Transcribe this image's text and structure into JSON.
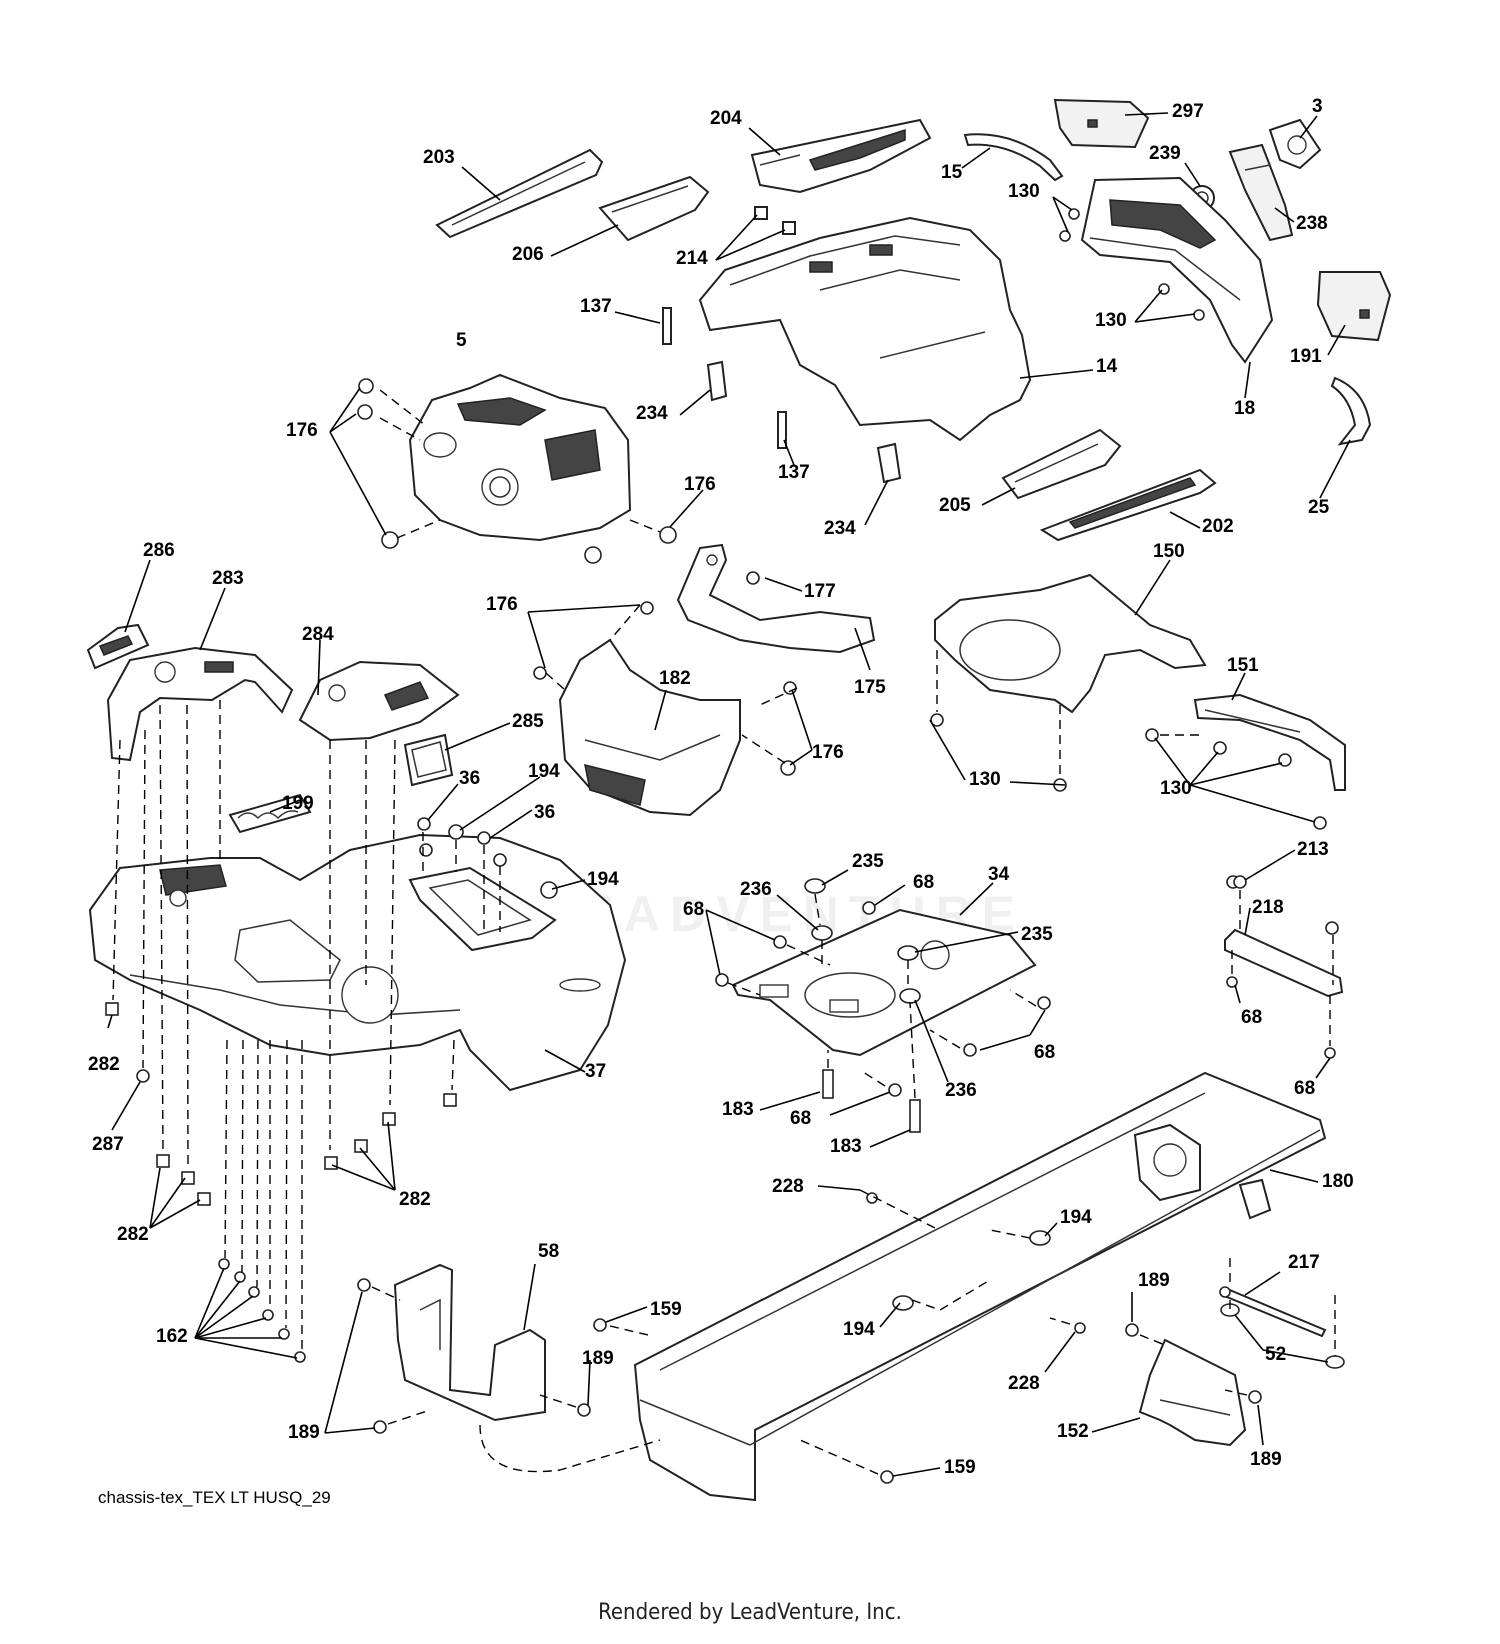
{
  "diagram": {
    "identifier": "chassis-tex_TEX LT HUSQ_29",
    "footer": "Rendered by LeadVenture, Inc.",
    "watermark": "LEADVENTURE"
  },
  "callouts": [
    {
      "id": "c-297",
      "text": "297"
    },
    {
      "id": "c-3",
      "text": "3"
    },
    {
      "id": "c-204",
      "text": "204"
    },
    {
      "id": "c-15",
      "text": "15"
    },
    {
      "id": "c-239",
      "text": "239"
    },
    {
      "id": "c-203",
      "text": "203"
    },
    {
      "id": "c-130a",
      "text": "130"
    },
    {
      "id": "c-238",
      "text": "238"
    },
    {
      "id": "c-206",
      "text": "206"
    },
    {
      "id": "c-214",
      "text": "214"
    },
    {
      "id": "c-137a",
      "text": "137"
    },
    {
      "id": "c-130b",
      "text": "130"
    },
    {
      "id": "c-191",
      "text": "191"
    },
    {
      "id": "c-5",
      "text": "5"
    },
    {
      "id": "c-14",
      "text": "14"
    },
    {
      "id": "c-18",
      "text": "18"
    },
    {
      "id": "c-234a",
      "text": "234"
    },
    {
      "id": "c-176a",
      "text": "176"
    },
    {
      "id": "c-137b",
      "text": "137"
    },
    {
      "id": "c-176b",
      "text": "176"
    },
    {
      "id": "c-205",
      "text": "205"
    },
    {
      "id": "c-25",
      "text": "25"
    },
    {
      "id": "c-234b",
      "text": "234"
    },
    {
      "id": "c-202",
      "text": "202"
    },
    {
      "id": "c-286",
      "text": "286"
    },
    {
      "id": "c-150",
      "text": "150"
    },
    {
      "id": "c-283",
      "text": "283"
    },
    {
      "id": "c-177",
      "text": "177"
    },
    {
      "id": "c-176c",
      "text": "176"
    },
    {
      "id": "c-284",
      "text": "284"
    },
    {
      "id": "c-151",
      "text": "151"
    },
    {
      "id": "c-182",
      "text": "182"
    },
    {
      "id": "c-175",
      "text": "175"
    },
    {
      "id": "c-285",
      "text": "285"
    },
    {
      "id": "c-176d",
      "text": "176"
    },
    {
      "id": "c-36a",
      "text": "36"
    },
    {
      "id": "c-194a",
      "text": "194"
    },
    {
      "id": "c-199",
      "text": "199"
    },
    {
      "id": "c-130c",
      "text": "130"
    },
    {
      "id": "c-130d",
      "text": "130"
    },
    {
      "id": "c-36b",
      "text": "36"
    },
    {
      "id": "c-213",
      "text": "213"
    },
    {
      "id": "c-235a",
      "text": "235"
    },
    {
      "id": "c-194b",
      "text": "194"
    },
    {
      "id": "c-236a",
      "text": "236"
    },
    {
      "id": "c-68a",
      "text": "68"
    },
    {
      "id": "c-34",
      "text": "34"
    },
    {
      "id": "c-218",
      "text": "218"
    },
    {
      "id": "c-68b",
      "text": "68"
    },
    {
      "id": "c-235b",
      "text": "235"
    },
    {
      "id": "c-68c",
      "text": "68"
    },
    {
      "id": "c-282a",
      "text": "282"
    },
    {
      "id": "c-68d",
      "text": "68"
    },
    {
      "id": "c-37",
      "text": "37"
    },
    {
      "id": "c-68e",
      "text": "68"
    },
    {
      "id": "c-236b",
      "text": "236"
    },
    {
      "id": "c-183a",
      "text": "183"
    },
    {
      "id": "c-68f",
      "text": "68"
    },
    {
      "id": "c-287",
      "text": "287"
    },
    {
      "id": "c-183b",
      "text": "183"
    },
    {
      "id": "c-180",
      "text": "180"
    },
    {
      "id": "c-228a",
      "text": "228"
    },
    {
      "id": "c-282b",
      "text": "282"
    },
    {
      "id": "c-194c",
      "text": "194"
    },
    {
      "id": "c-282c",
      "text": "282"
    },
    {
      "id": "c-58",
      "text": "58"
    },
    {
      "id": "c-217",
      "text": "217"
    },
    {
      "id": "c-189a",
      "text": "189"
    },
    {
      "id": "c-159a",
      "text": "159"
    },
    {
      "id": "c-194d",
      "text": "194"
    },
    {
      "id": "c-162",
      "text": "162"
    },
    {
      "id": "c-52",
      "text": "52"
    },
    {
      "id": "c-189b",
      "text": "189"
    },
    {
      "id": "c-228b",
      "text": "228"
    },
    {
      "id": "c-189c",
      "text": "189"
    },
    {
      "id": "c-152",
      "text": "152"
    },
    {
      "id": "c-159b",
      "text": "159"
    },
    {
      "id": "c-189d",
      "text": "189"
    }
  ]
}
